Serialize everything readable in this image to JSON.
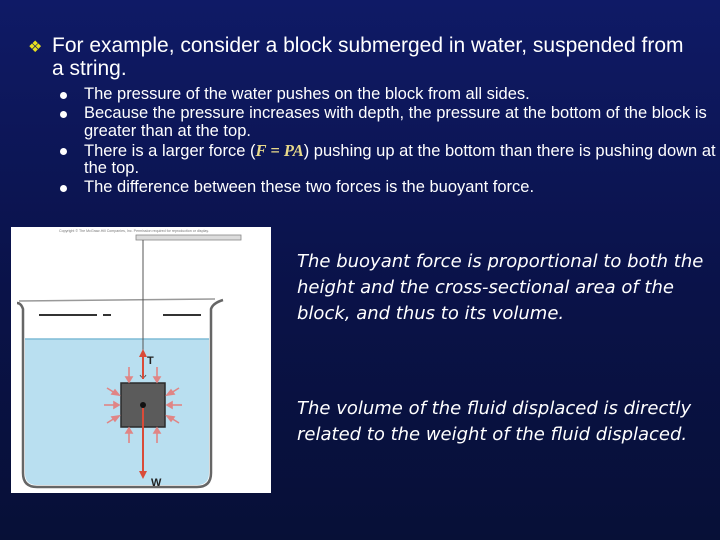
{
  "main_point": {
    "marker_icon": "diamond-bullet",
    "text": "For example, consider a block submerged in water, suspended from a string."
  },
  "sub_points": [
    {
      "text": "The pressure of the water pushes on the block from all sides."
    },
    {
      "text": "Because the pressure increases with depth, the pressure at the bottom of the block is greater than at the top."
    },
    {
      "text_before": "There is a larger force (",
      "formula": "F = PA",
      "text_after": ") pushing up at the bottom than there is pushing down at the top."
    },
    {
      "text": "The difference between these two forces is the buoyant force."
    }
  ],
  "figure": {
    "caption_line": "Copyright © The McGraw-Hill Companies, Inc. Permission required for reproduction or display.",
    "tension_label": "T",
    "weight_label": "W"
  },
  "notes": [
    "The buoyant force is proportional to both the height and the cross-sectional area of the block, and thus to its volume.",
    "The volume of the fluid displaced is directly related to the weight of the fluid displaced."
  ],
  "colors": {
    "background": "#0b1450",
    "bullet_marker": "#e8e020",
    "formula": "#e8d98a",
    "water": "#b9dff0"
  }
}
